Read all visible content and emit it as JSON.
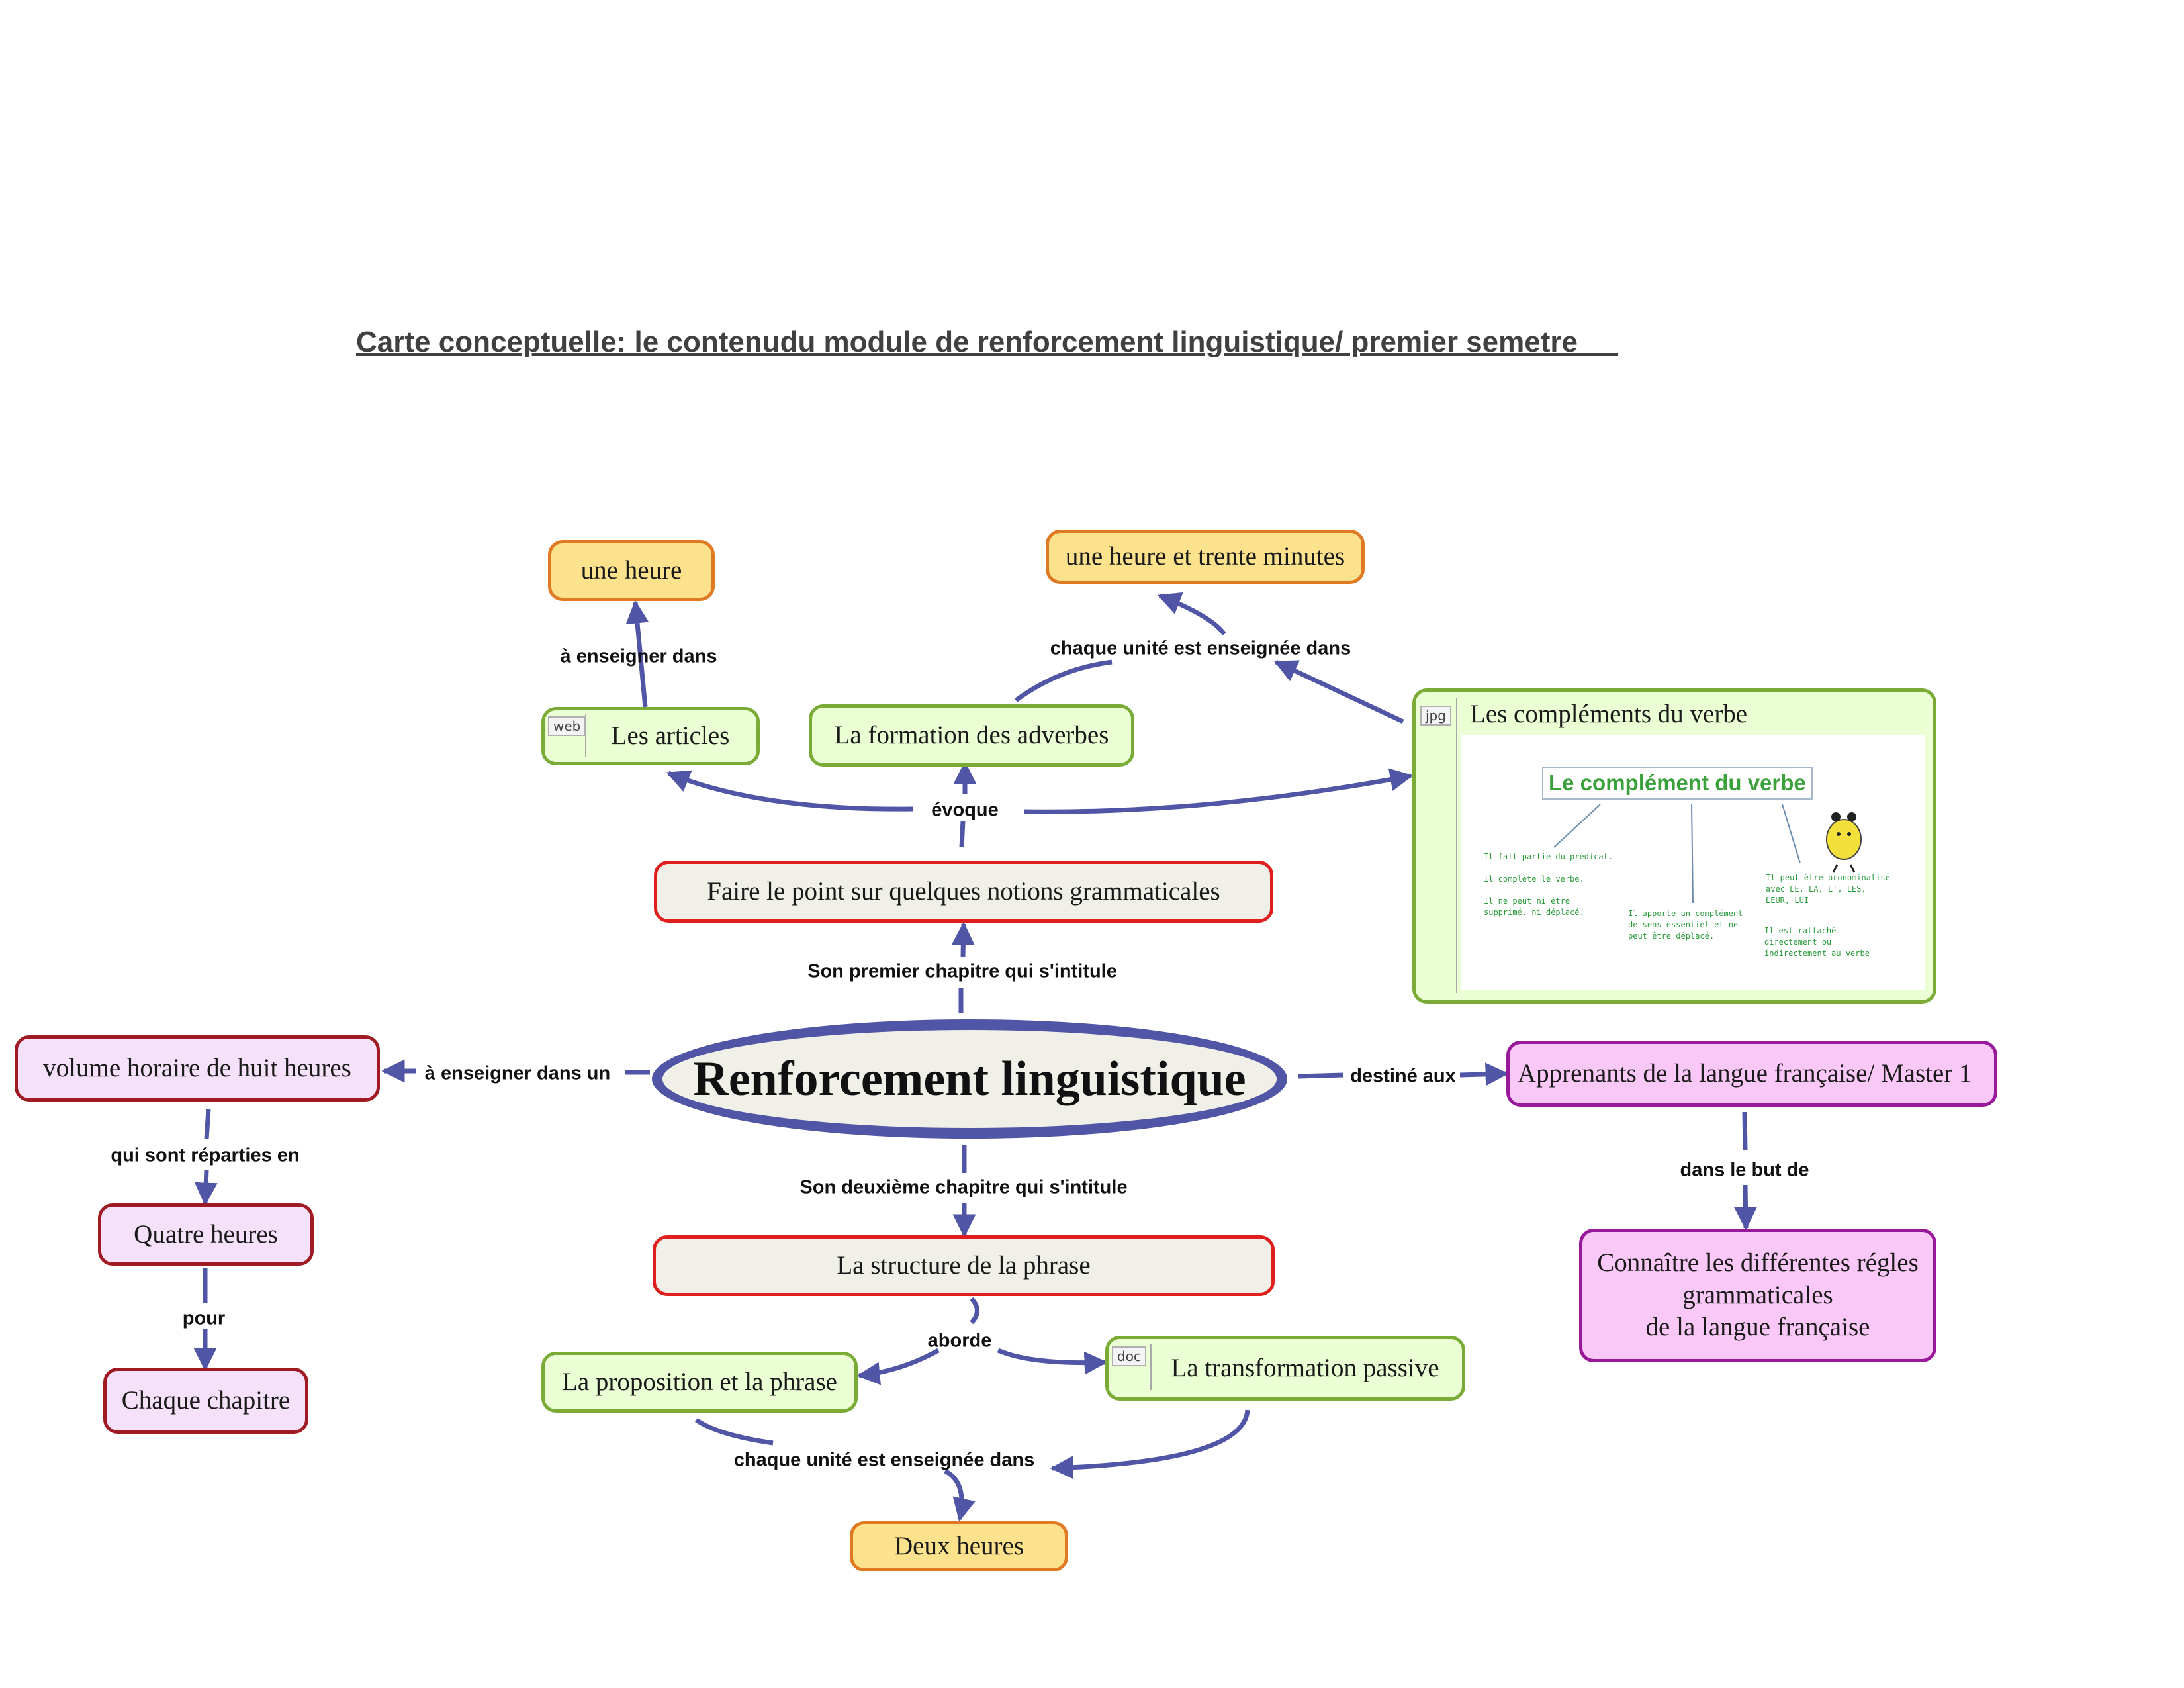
{
  "title": "Carte conceptuelle: le contenudu module de renforcement linguistique/ premier semetre     ",
  "central": "Renforcement linguistique",
  "nodes": {
    "une_heure": "une heure",
    "une_heure_trente": "une heure et trente minutes",
    "les_articles": "Les articles",
    "formation_adverbes": "La formation des adverbes",
    "complements_verbe": "Les compléments du verbe",
    "faire_le_point": "Faire le point sur quelques notions grammaticales",
    "volume_horaire": "volume horaire de huit heures",
    "quatre_heures": "Quatre heures",
    "chaque_chapitre": "Chaque chapitre",
    "apprenants": "Apprenants de la  langue française/ Master 1",
    "connaitre": "Connaître les différentes régles\ngrammaticales\nde la langue française",
    "structure_phrase": "La structure de la phrase",
    "proposition_phrase": "La proposition et la phrase",
    "transformation_passive": "La transformation passive",
    "deux_heures": "Deux heures"
  },
  "links": {
    "a_enseigner_dans": "à enseigner dans",
    "chaque_unite_top": "chaque unité est enseignée dans",
    "evoque": "évoque",
    "son_premier": "Son premier chapitre qui s'intitule",
    "a_enseigner_dans_un": "à enseigner dans un",
    "destine_aux": "destiné aux",
    "qui_sont_reparties": "qui sont réparties en",
    "pour": "pour",
    "dans_le_but_de": "dans le but de",
    "son_deuxieme": "Son deuxième chapitre qui s'intitule",
    "aborde": "aborde",
    "chaque_unite_bottom": "chaque unité est enseignée dans"
  },
  "tags": {
    "web": "web",
    "jpg": "jpg",
    "doc": "doc"
  },
  "image": {
    "title": "Le complément du verbe",
    "col1": "Il fait partie du prédicat.\n\nIl complète le verbe.\n\nIl ne peut ni être\nsupprimé, ni déplacé.",
    "col2": "Il apporte un complément\nde sens essentiel et ne\npeut être déplacé.",
    "col3": "Il peut être pronominalisé\navec LE, LA, L', LES,\nLEUR, LUI",
    "col4": "Il est rattaché\ndirectement ou\nindirectement au verbe"
  },
  "colors": {
    "link": "#5155a5",
    "yellow_fill": "#fde28e",
    "yellow_border": "#e07a22",
    "green_fill": "#eaffd3",
    "green_border": "#7aab36",
    "red_border": "#e01e1e",
    "pink_fill": "#f5e1f9",
    "magenta_fill": "#f9c8f7"
  }
}
